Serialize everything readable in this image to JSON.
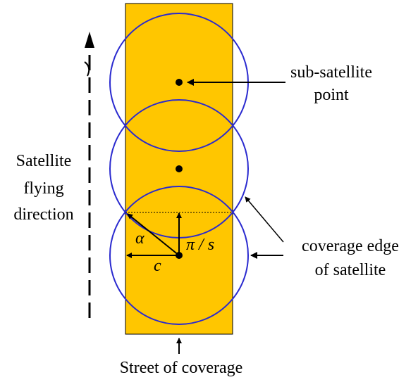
{
  "colors": {
    "street_fill": "#FFC600",
    "coverage_circle": "#2A2ACF",
    "ink": "#000000",
    "background": "#FFFFFF"
  },
  "labels": {
    "sub_satellite": [
      "sub-satellite",
      "point"
    ],
    "flying_direction": [
      "Satellite",
      "flying",
      "direction"
    ],
    "coverage_edge": [
      "coverage edge",
      "of satellite"
    ],
    "street": "Street of coverage",
    "alpha": "α",
    "pi_over_s": "π / s",
    "c": "c"
  }
}
